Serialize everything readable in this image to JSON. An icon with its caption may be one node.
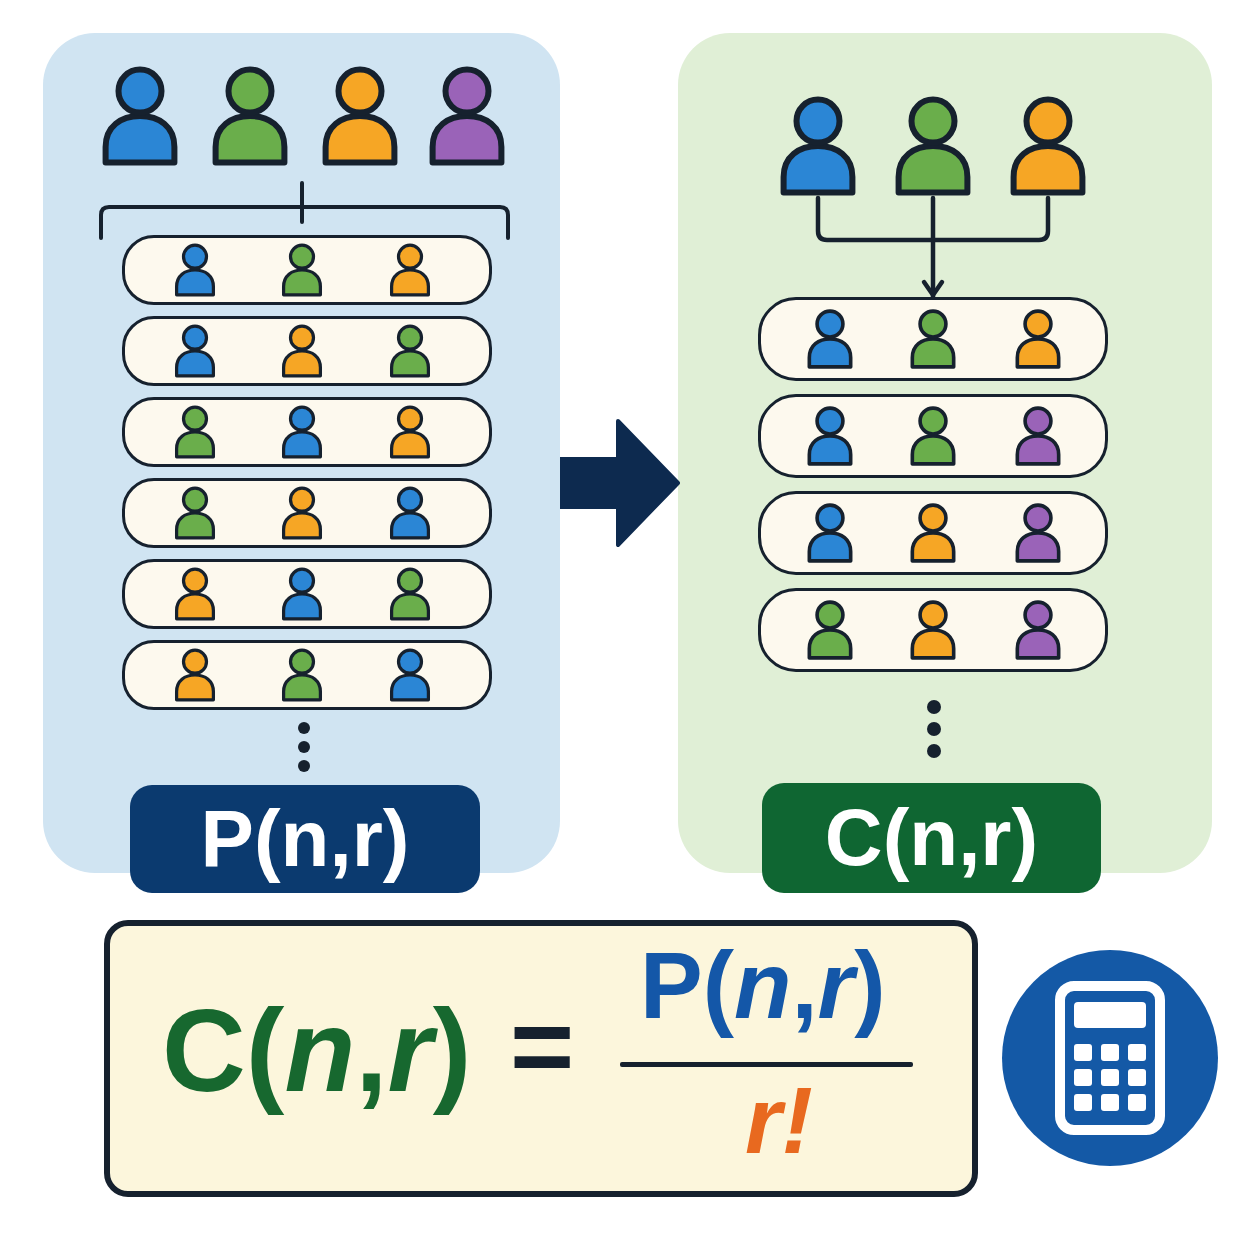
{
  "diagram": {
    "nodes": [
      {
        "text": [],
        "shape": "box"
      },
      {
        "text": [],
        "shape": "person",
        "in": 0
      },
      {
        "text": [],
        "shape": "person",
        "in": 0
      },
      {
        "text": [],
        "shape": "person",
        "in": 0
      },
      {
        "text": [],
        "shape": "person",
        "in": 0
      },
      {
        "text": [],
        "shape": "box",
        "in": 0
      },
      {
        "text": [],
        "shape": "person",
        "in": 5
      },
      {
        "text": [],
        "shape": "person",
        "in": 5
      },
      {
        "text": [],
        "shape": "person",
        "in": 5
      },
      {
        "text": [],
        "shape": "box",
        "in": 0
      },
      {
        "text": [],
        "shape": "person",
        "in": 9
      },
      {
        "text": [],
        "shape": "person",
        "in": 9
      },
      {
        "text": [],
        "shape": "person",
        "in": 9
      },
      {
        "text": [],
        "shape": "box",
        "in": 0
      },
      {
        "text": [],
        "shape": "person",
        "in": 13
      },
      {
        "text": [],
        "shape": "person",
        "in": 13
      },
      {
        "text": [],
        "shape": "person",
        "in": 13
      },
      {
        "text": [],
        "shape": "box",
        "in": 0
      },
      {
        "text": [],
        "shape": "person",
        "in": 17
      },
      {
        "text": [],
        "shape": "person",
        "in": 17
      },
      {
        "text": [],
        "shape": "person",
        "in": 17
      },
      {
        "text": [],
        "shape": "box",
        "in": 0
      },
      {
        "text": [],
        "shape": "person",
        "in": 21
      },
      {
        "text": [],
        "shape": "person",
        "in": 21
      },
      {
        "text": [],
        "shape": "person",
        "in": 21
      },
      {
        "text": [],
        "shape": "box",
        "in": 0
      },
      {
        "text": [],
        "shape": "person",
        "in": 25
      },
      {
        "text": [],
        "shape": "person",
        "in": 25
      },
      {
        "text": [],
        "shape": "person",
        "in": 25
      },
      {
        "text": [
          "P(n,r)"
        ]
      },
      {
        "text": [],
        "shape": "box"
      },
      {
        "text": [],
        "shape": "person",
        "in": 30
      },
      {
        "text": [],
        "shape": "person",
        "in": 30
      },
      {
        "text": [],
        "shape": "person",
        "in": 30
      },
      {
        "text": [],
        "shape": "box",
        "in": 30
      },
      {
        "text": [],
        "shape": "person",
        "in": 34
      },
      {
        "text": [],
        "shape": "person",
        "in": 34
      },
      {
        "text": [],
        "shape": "person",
        "in": 34
      },
      {
        "text": [],
        "shape": "box",
        "in": 30
      },
      {
        "text": [],
        "shape": "person",
        "in": 38
      },
      {
        "text": [],
        "shape": "person",
        "in": 38
      },
      {
        "text": [],
        "shape": "person",
        "in": 38
      },
      {
        "text": [],
        "shape": "box",
        "in": 30
      },
      {
        "text": [],
        "shape": "person",
        "in": 42
      },
      {
        "text": [],
        "shape": "person",
        "in": 42
      },
      {
        "text": [],
        "shape": "person",
        "in": 42
      },
      {
        "text": [],
        "shape": "box",
        "in": 30
      },
      {
        "text": [],
        "shape": "person",
        "in": 46
      },
      {
        "text": [],
        "shape": "person",
        "in": 46
      },
      {
        "text": [],
        "shape": "person",
        "in": 46
      },
      {
        "text": [
          "C(n,r)"
        ]
      },
      {
        "text": [
          "C(*n*,*r*)",
          "=",
          "P(*n*,*r*)",
          "r!"
        ]
      }
    ],
    "edges": [
      {
        "from": 0,
        "to": 30,
        "arrow": "to",
        "style": "thick",
        "color": "#0d2a4f"
      },
      {
        "from": 31,
        "to": 34,
        "arrow": "to"
      },
      {
        "from": 32,
        "to": 34,
        "arrow": "to"
      },
      {
        "from": 33,
        "to": 34,
        "arrow": "to"
      }
    ]
  }
}
